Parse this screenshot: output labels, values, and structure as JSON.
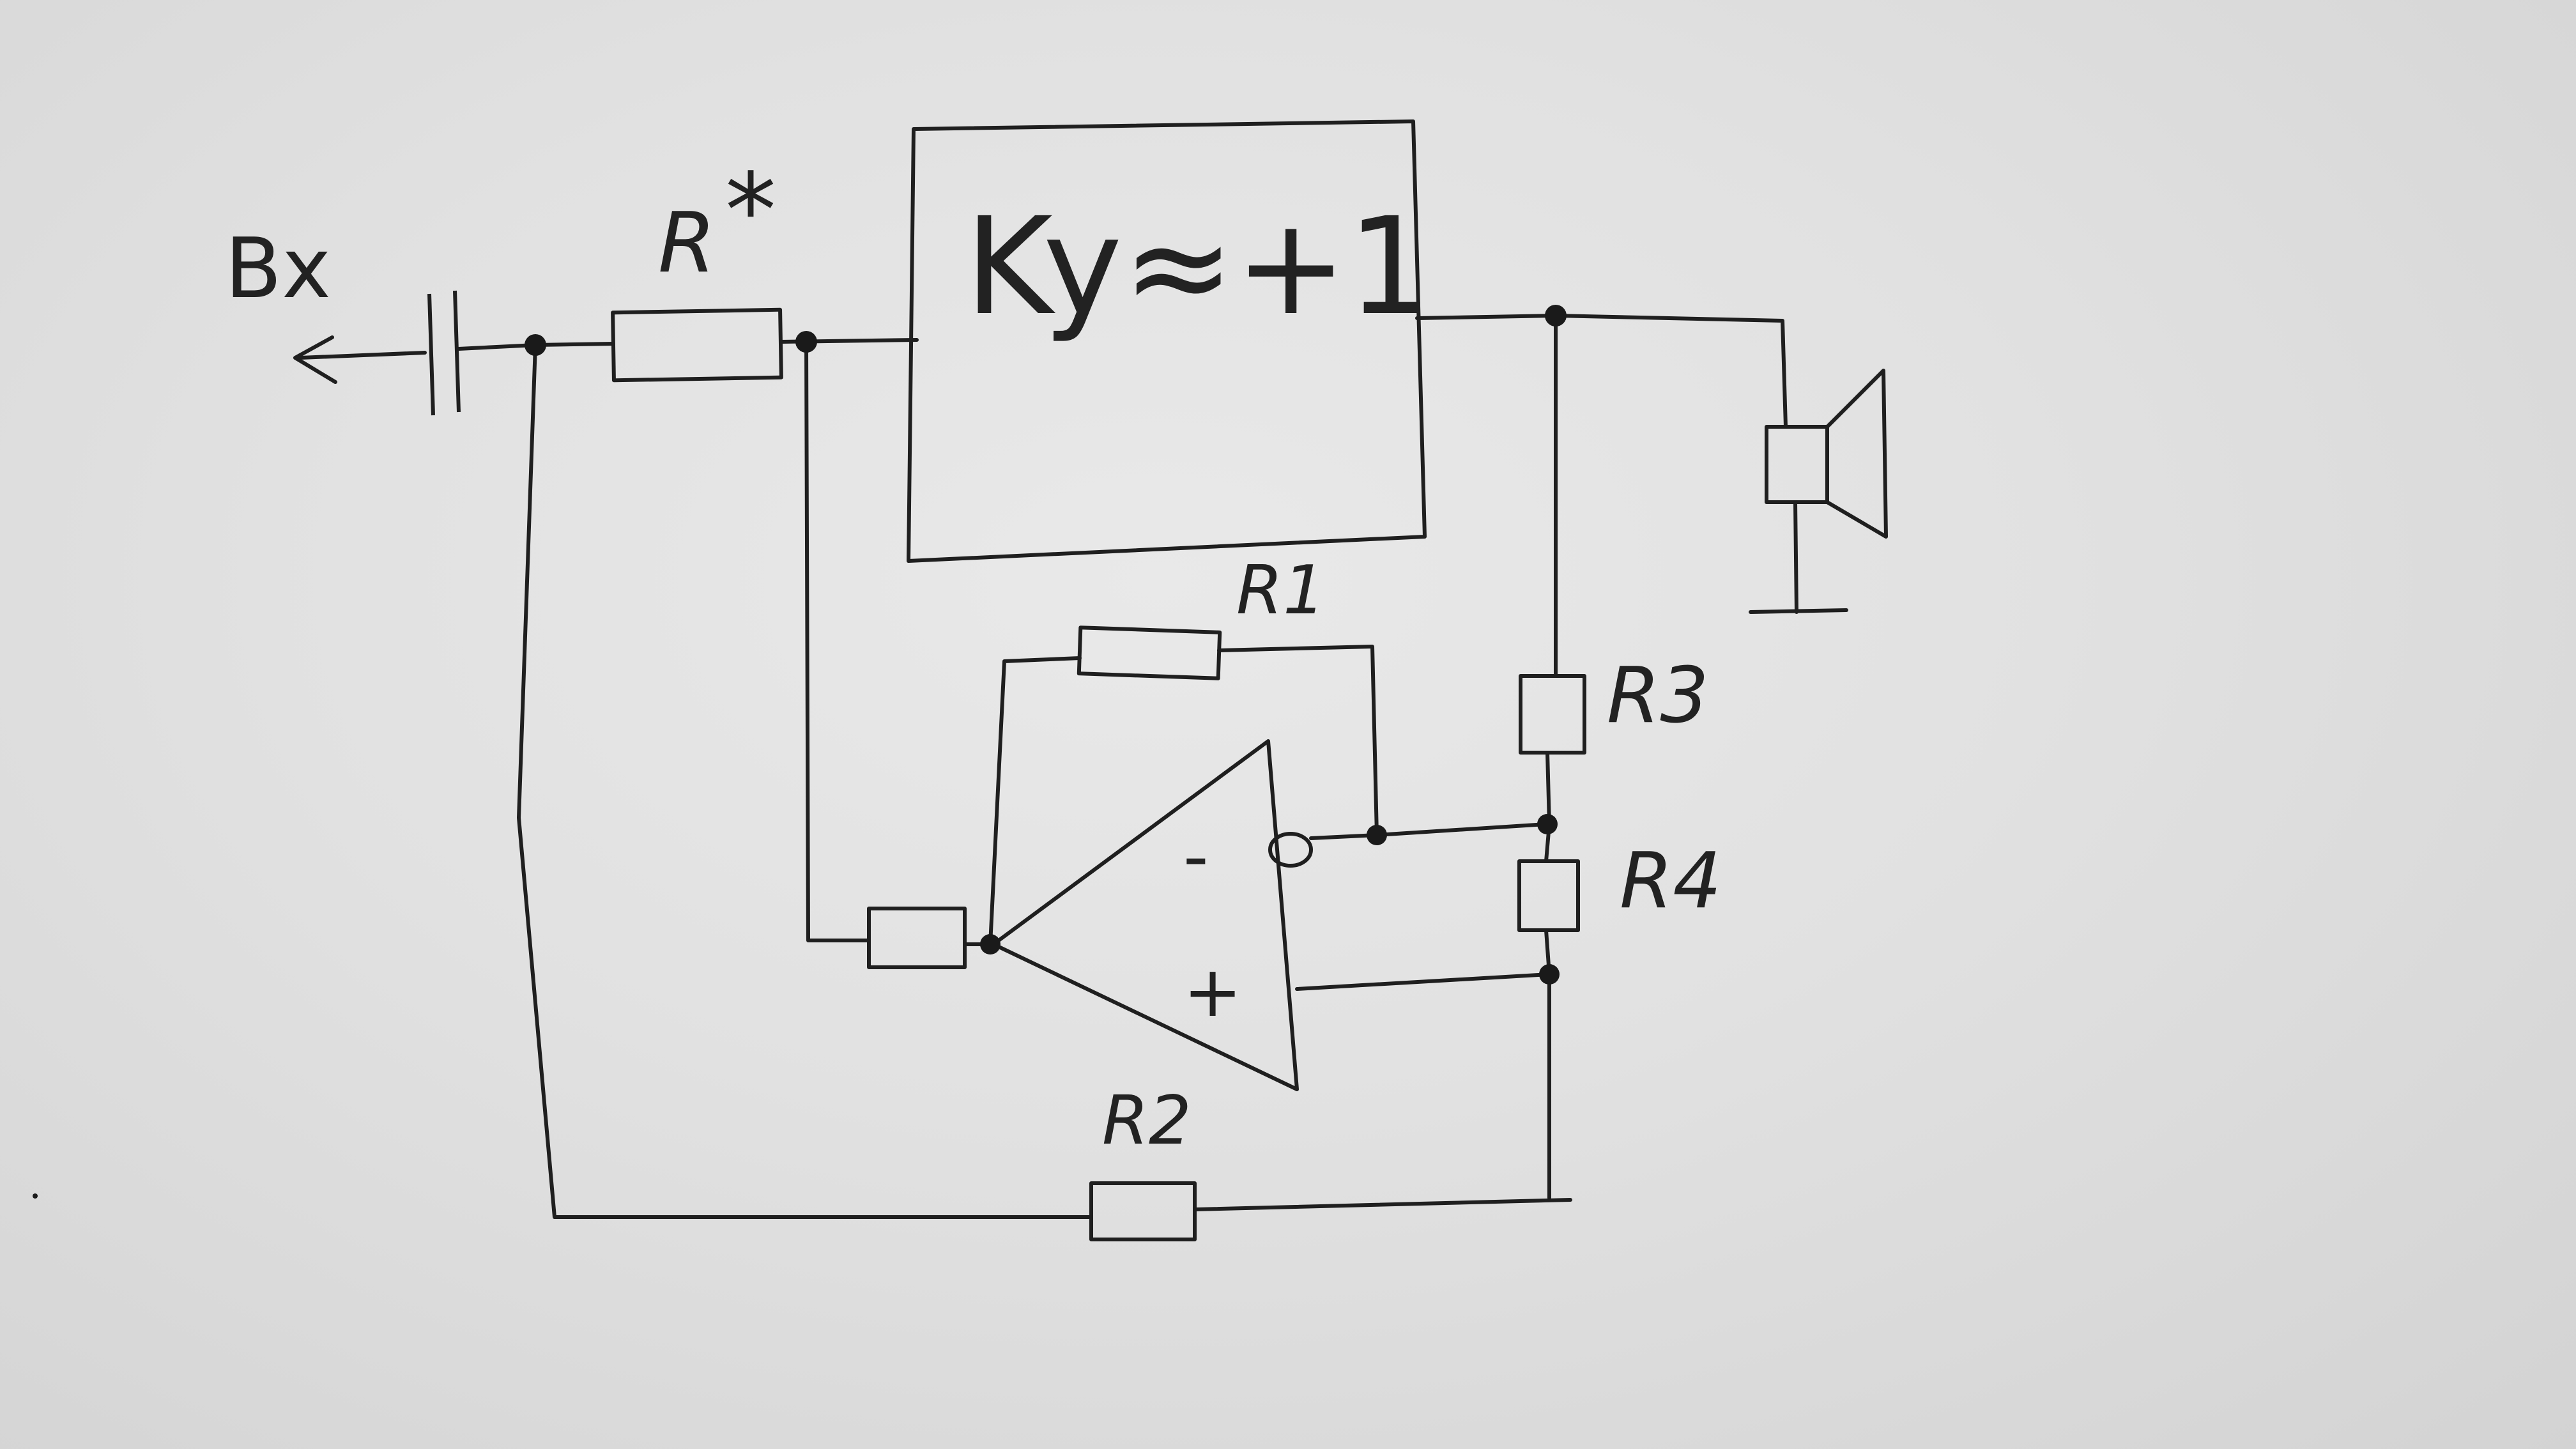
{
  "labels": {
    "input": "Bx",
    "r_star": "R",
    "r_star_mark": "*",
    "amp_gain": "Ky≈+1",
    "r1": "R1",
    "r2": "R2",
    "r3": "R3",
    "r4": "R4",
    "op_minus": "-",
    "op_plus": "+"
  },
  "colors": {
    "ink": "#1f1f1f",
    "paper": "#e3e3e3"
  }
}
